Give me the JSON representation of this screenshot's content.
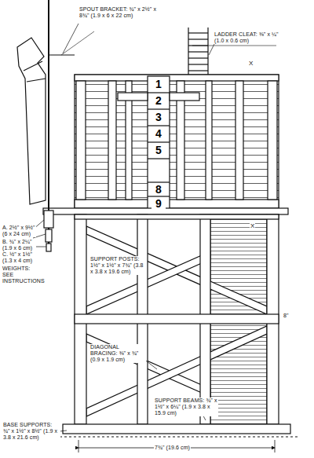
{
  "diagram": {
    "labels": [
      "SPOUT BRACKET: ¾\" x 2½\" x 8¾\" (1.9 x 6 x 22 cm)",
      "LADDER CLEAT: ⅜\" x ¼\" (1.0 x 0.6 cm)",
      "1",
      "2",
      "3",
      "4",
      "5",
      "8",
      "9",
      "X",
      "X",
      "A. 2½\" x 9½\" (6 x 24 cm)",
      "B. ¾\" x 2¼\" (1.9 x 6 cm)",
      "C. ½\" x 1½\" (1.3 x 4 cm)",
      "WEIGHTS: SEE INSTRUCTIONS",
      "SUPPORT POSTS: 1½\" x 1½\" x 7¾\" (3.8 x 3.8 x 19.6 cm)",
      "DIAGONAL BRACING: ⅜\" x ¾\" (0.9 x 1.9 cm)",
      "SUPPORT BEAMS: ¾\" x 1½\" x 6¼\" (1.9 x 3.8 x 15.9 cm)",
      "BASE SUPPORTS: ¾\" x 1½\" x 8½\" (1.9 x 3.8 x 21.6 cm)",
      "7¾\" (19.6 cm)",
      "8\""
    ]
  }
}
